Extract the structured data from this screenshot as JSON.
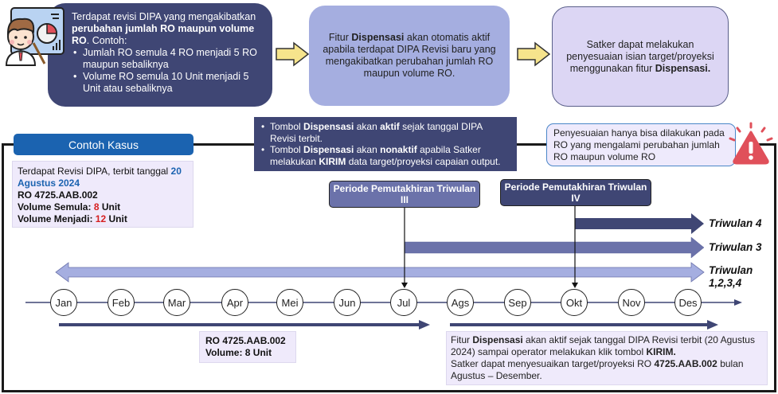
{
  "flow": {
    "step1": {
      "intro": "Terdapat revisi DIPA yang mengakibatkan ",
      "intro_bold": "perubahan jumlah RO maupun volume RO",
      "intro_tail": ". Contoh:",
      "bullets": [
        "Jumlah RO semula 4 RO menjadi 5 RO maupun sebaliknya",
        "Volume RO semula 10 Unit menjadi 5 Unit atau sebaliknya"
      ]
    },
    "step2": {
      "pre": "Fitur ",
      "bold": "Dispensasi",
      "post": " akan otomatis aktif apabila terdapat DIPA Revisi baru yang mengakibatkan perubahan jumlah RO maupun volume RO."
    },
    "step3": {
      "pre": "Satker dapat melakukan penyesuaian isian target/proyeksi menggunakan fitur ",
      "bold": "Dispensasi."
    }
  },
  "case": {
    "header": "Contoh Kasus",
    "line1_pre": "Terdapat Revisi DIPA, terbit tanggal ",
    "line1_date": "20 Agustus 2024",
    "ro": "RO 4725.AAB.002",
    "vol_semula_label": "Volume Semula: ",
    "vol_semula_value": "8",
    "vol_menjadi_label": "Volume Menjadi: ",
    "vol_menjadi_value": "12",
    "unit": " Unit"
  },
  "notes": {
    "tombol": {
      "b1_pre": "Tombol ",
      "b1_bold1": "Dispensasi",
      "b1_mid": " akan ",
      "b1_bold2": "aktif",
      "b1_post": " sejak tanggal DIPA Revisi terbit.",
      "b2_pre": "Tombol ",
      "b2_bold1": "Dispensasi",
      "b2_mid": " akan ",
      "b2_bold2": "nonaktif",
      "b2_mid2": " apabila Satker melakukan ",
      "b2_bold3": "KIRIM",
      "b2_post": " data target/proyeksi capaian output."
    },
    "warning": "Penyesuaian hanya bisa dilakukan pada RO yang mengalami perubahan jumlah RO maupun volume RO"
  },
  "timeline": {
    "periode3": "Periode Pemutakhiran Triwulan III",
    "periode4": "Periode Pemutakhiran Triwulan IV",
    "tri4": "Triwulan 4",
    "tri3": "Triwulan 3",
    "tri1234_a": "Triwulan",
    "tri1234_b": "1,2,3,4",
    "months": [
      "Jan",
      "Feb",
      "Mar",
      "Apr",
      "Mei",
      "Jun",
      "Jul",
      "Ags",
      "Sep",
      "Okt",
      "Nov",
      "Des"
    ]
  },
  "ro_box": {
    "line1": "RO 4725.AAB.002",
    "line2": "Volume: 8 Unit"
  },
  "info_box": {
    "p1_pre": "Fitur ",
    "p1_bold": "Dispensasi",
    "p1_post": " akan aktif sejak tanggal DIPA Revisi terbit (20 Agustus 2024) sampai operator melakukan klik tombol ",
    "p1_bold2": "KIRIM.",
    "p2_pre": "Satker dapat menyesuaikan target/proyeksi RO ",
    "p2_bold": "4725.AAB.002",
    "p2_post": " bulan Agustus – Desember."
  },
  "colors": {
    "dark_navy": "#3f4674",
    "mid_blue": "#6b72aa",
    "light_blue": "#a5aee0",
    "lavender": "#dcd6f4",
    "accent_blue": "#1b63b0",
    "red": "#d62020",
    "yellow_arrow": "#f6e48c",
    "warning_red": "#e0505a"
  }
}
